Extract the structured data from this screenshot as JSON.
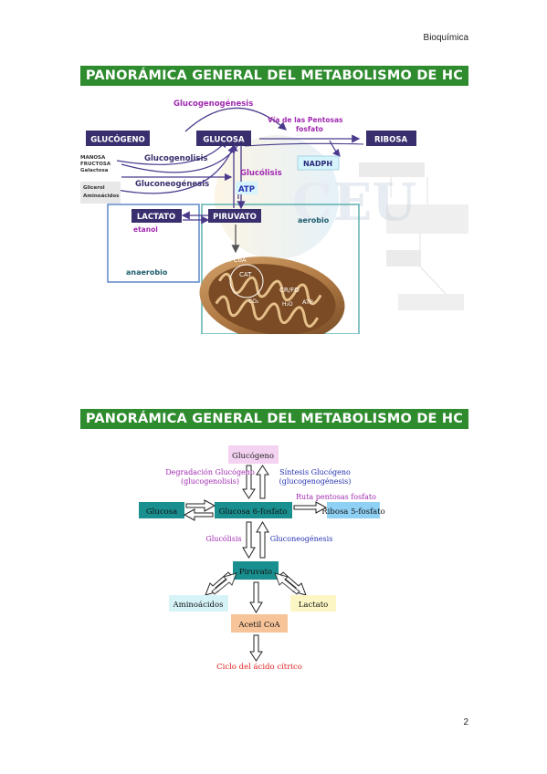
{
  "page": {
    "header": "Bioquímica",
    "page_number": "2",
    "title1": "PANORÁMICA GENERAL DEL METABOLISMO DE HC",
    "title2": "PANORÁMICA GENERAL DEL METABOLISMO DE HC"
  },
  "diagram1": {
    "glucogenogenesis": "Glucogenogénesis",
    "glucogeno": "GLUCÓGENO",
    "glucosa": "GLUCOSA",
    "via_pentosas": "Vía de las Pentosas",
    "fosfato": "fosfato",
    "ribosa": "RIBOSA",
    "nadph": "NADPH",
    "manosa": "MANOSA",
    "fructosa": "FRUCTOSA",
    "galactosa": "Galactosa",
    "glucogenolisis": "Glucogenolisis",
    "glucolisis": "Glucólisis",
    "glicerol": "Glicerol",
    "aminoacidos": "Aminoácidos",
    "gluconeogenesis": "Gluconeogénesis",
    "atp": "ATP",
    "lactato": "LACTATO",
    "piruvato": "PIRUVATO",
    "etanol": "etanol",
    "aerobio": "aerobio",
    "anaerobio": "anaerobio",
    "acetil_coa": "Acetil CoA",
    "cat": "CAT",
    "cr_fo": "CR/FO",
    "co2": "CO₂",
    "h2o": "H₂O",
    "atp2": "ATP",
    "watermark": "CEU"
  },
  "diagram2": {
    "glucogeno": "Glucógeno",
    "degradacion": "Degradación Glucógeno",
    "glucogenolisis": "(glucogenolisis)",
    "sintesis": "Síntesis Glucógeno",
    "glucogenogenesis": "(glucogenogénesis)",
    "ruta_pentosas": "Ruta pentosas fosfato",
    "glucosa": "Glucosa",
    "glucosa6p": "Glucosa 6-fosfato",
    "ribosa5p": "Ribosa 5-fosfato",
    "glucolisis": "Glucólisis",
    "gluconeogenesis": "Gluconeogénesis",
    "piruvato": "Piruvato",
    "aminoacidos": "Aminoácidos",
    "lactato": "Lactato",
    "acetil_coa": "Acetil CoA",
    "ciclo": "Ciclo del ácido cítrico"
  },
  "colors": {
    "banner_green": "#2e8b2e",
    "node_purple": "#3a2f6e",
    "label_purple": "#4b3a8c",
    "magenta": "#a02ab0",
    "blue_text": "#2432b0",
    "teal": "#1a8f8f",
    "pink_box": "#f4d2f2",
    "light_blue_box": "#8fd0f5",
    "cyan_box": "#d6f4f8",
    "yellow_box": "#fbf6c4",
    "orange_box": "#f7c49a",
    "red_text": "#e02020"
  }
}
